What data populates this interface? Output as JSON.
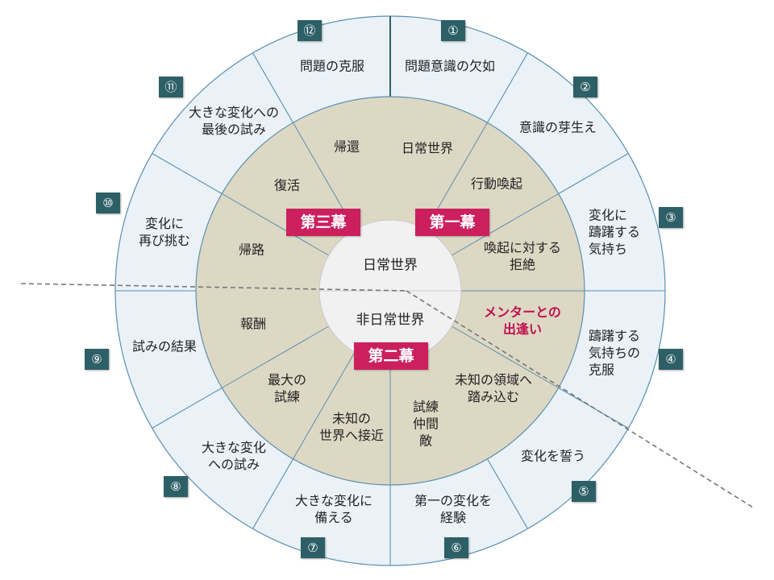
{
  "center": {
    "top": "日常世界",
    "bottom": "非日常世界"
  },
  "acts": [
    "第一幕",
    "第二幕",
    "第三幕"
  ],
  "stages": [
    {
      "num": "①",
      "text": "問題意識の欠如"
    },
    {
      "num": "②",
      "text": "意識の芽生え"
    },
    {
      "num": "③",
      "text": "変化に\n躊躇する\n気持ち"
    },
    {
      "num": "④",
      "text": "躊躇する\n気持ちの\n克服"
    },
    {
      "num": "⑤",
      "text": "変化を誓う"
    },
    {
      "num": "⑥",
      "text": "第一の変化を\n経験"
    },
    {
      "num": "⑦",
      "text": "大きな変化に\n備える"
    },
    {
      "num": "⑧",
      "text": "大きな変化\nへの試み"
    },
    {
      "num": "⑨",
      "text": "試みの結果"
    },
    {
      "num": "⑩",
      "text": "変化に\n再び挑む"
    },
    {
      "num": "⑪",
      "text": "大きな変化への\n最後の試み"
    },
    {
      "num": "⑫",
      "text": "問題の克服"
    }
  ],
  "inner": [
    {
      "text": "日常世界"
    },
    {
      "text": "行動喚起"
    },
    {
      "text": "喚起に対する\n拒絶"
    },
    {
      "text": "メンターとの\n出逢い"
    },
    {
      "text": "未知の領域へ\n踏み込む"
    },
    {
      "text": "試練\n仲間\n敵"
    },
    {
      "text": "未知の\n世界へ接近"
    },
    {
      "text": "最大の\n試練"
    },
    {
      "text": "報酬"
    },
    {
      "text": "帰路"
    },
    {
      "text": "復活"
    },
    {
      "text": "帰還"
    }
  ],
  "colors": {
    "outer_fill": "#eaf2f8",
    "outer_stroke": "#5b8fb0",
    "inner_fill": "#ddd8c4",
    "center_fill": "#f1f1f1",
    "badge": "#2d5f66",
    "act": "#cc1f5e",
    "mentor": "#c0104f"
  }
}
